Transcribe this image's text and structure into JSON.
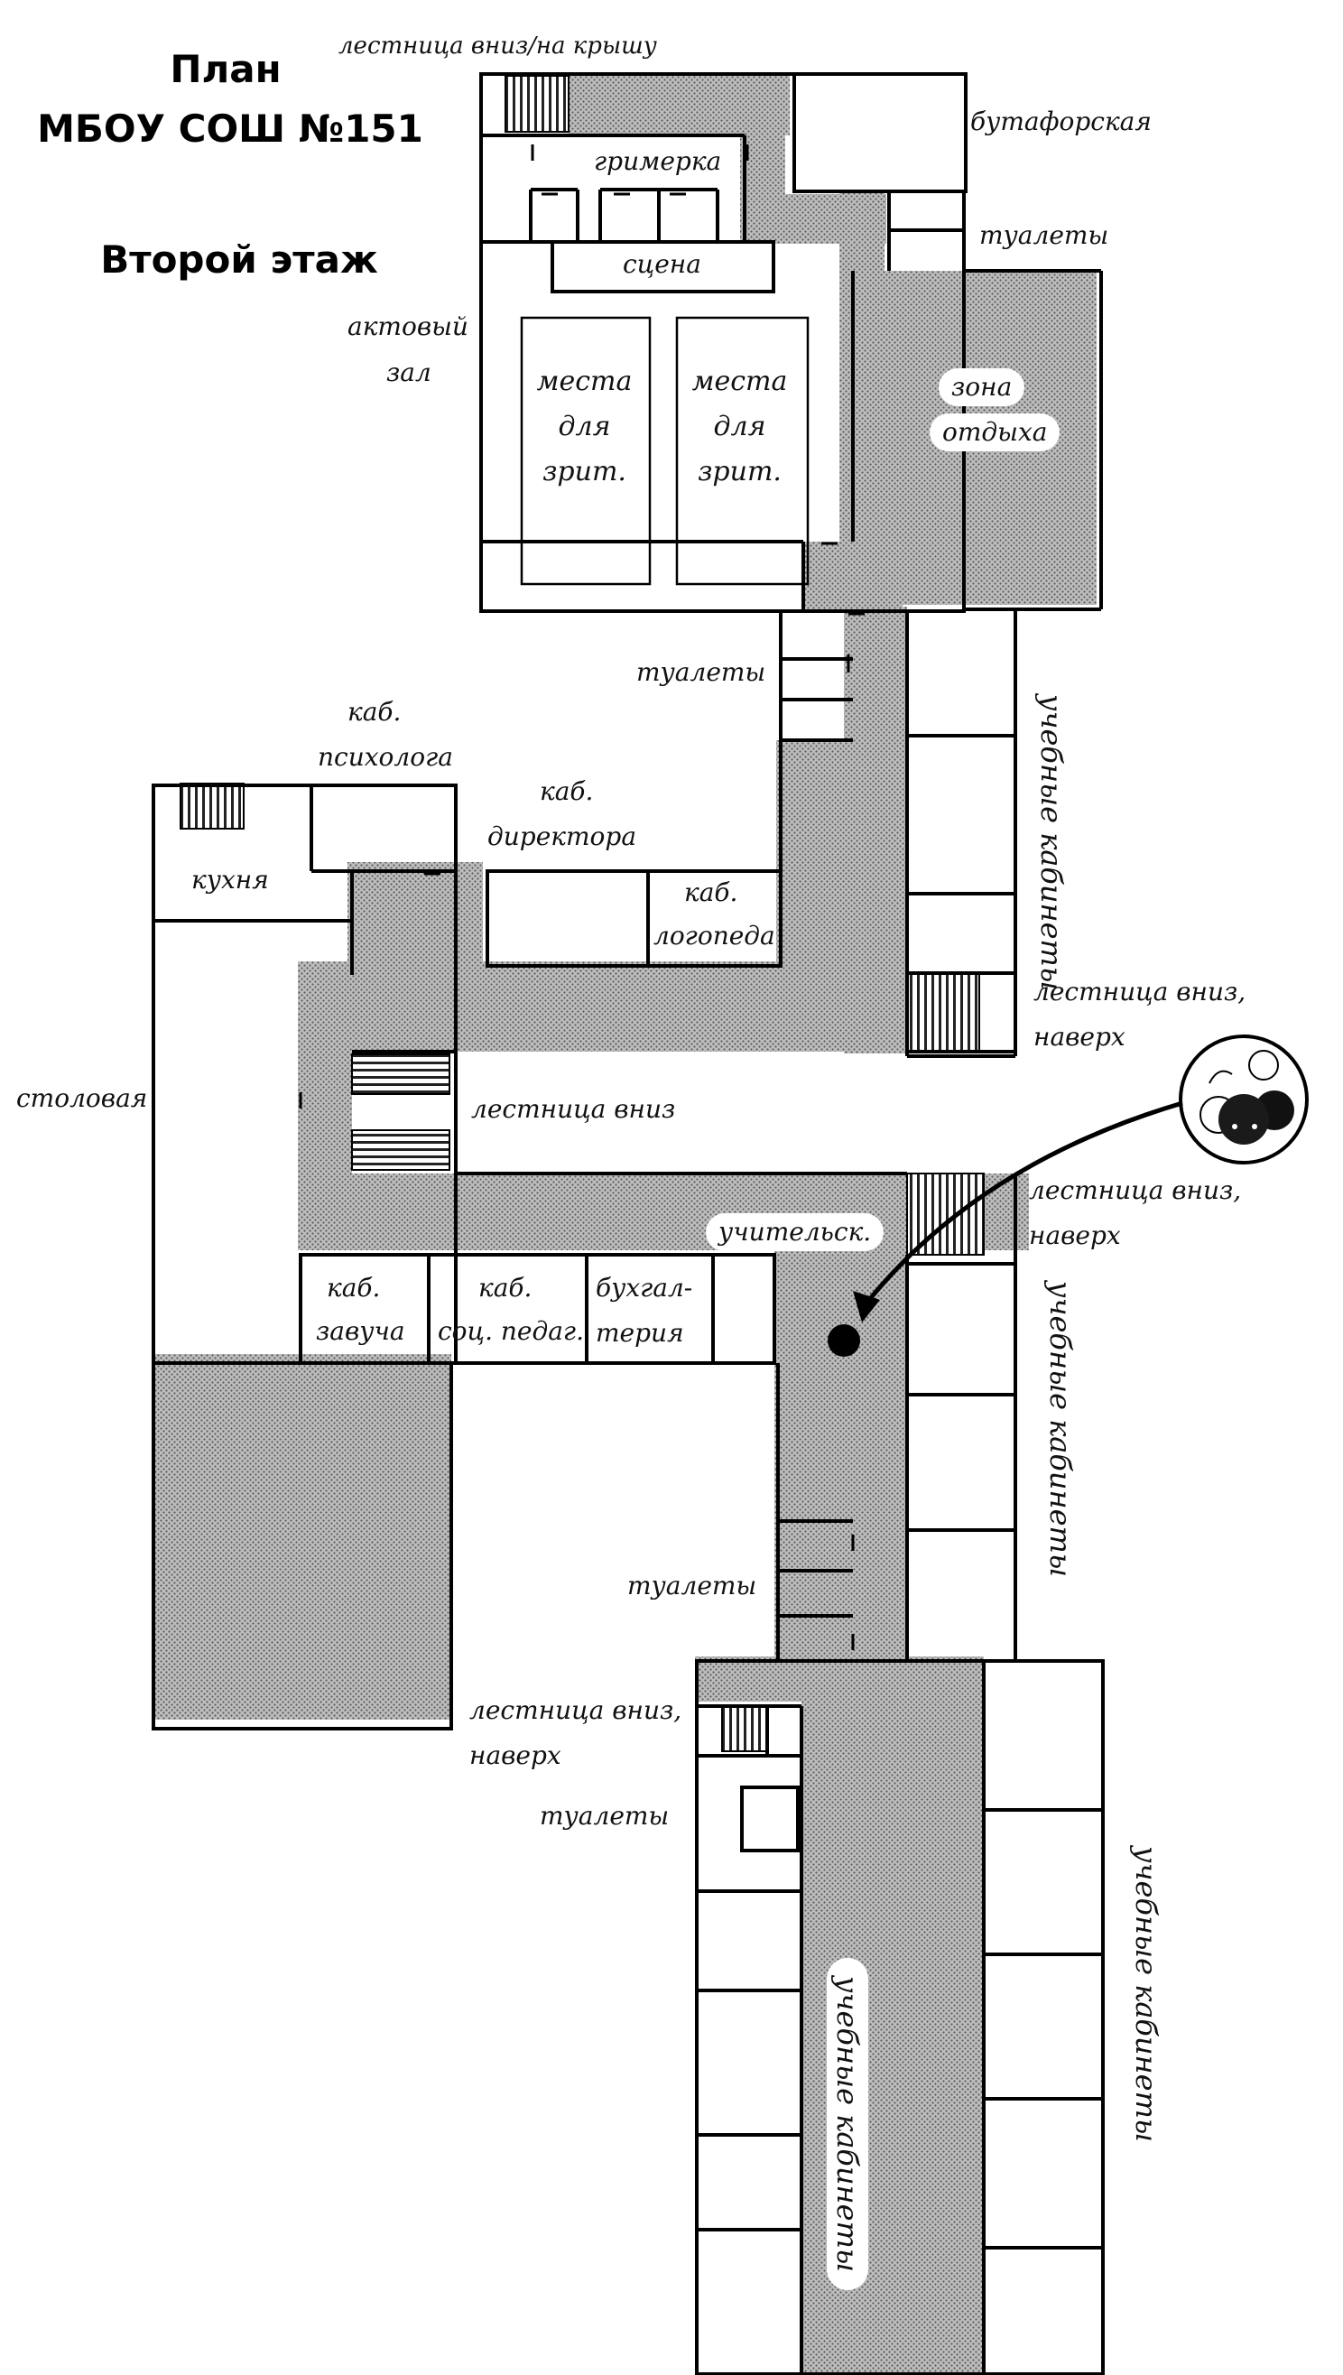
{
  "title": {
    "line1": "План",
    "line2": "МБОУ СОШ №151",
    "line3": "Второй этаж"
  },
  "labels": {
    "stairs_roof": "лестница вниз/на крышу",
    "props": "бутафорская",
    "dressing": "гримерка",
    "stage": "сцена",
    "toilets_top": "туалеты",
    "hall_1": "актовый",
    "hall_2": "зал",
    "seats_a": [
      "места",
      "для",
      "зрит."
    ],
    "seats_b": [
      "места",
      "для",
      "зрит."
    ],
    "rest_1": "зона",
    "rest_2": "отдыха",
    "toilets_2": "туалеты",
    "classrooms_1": "учебные кабинеты",
    "psych_1": "каб.",
    "psych_2": "психолога",
    "director_1": "каб.",
    "director_2": "директора",
    "kitchen": "кухня",
    "speech_1": "каб.",
    "speech_2": "логопеда",
    "stairs_a_1": "лестница вниз,",
    "stairs_a_2": "наверх",
    "canteen": "столовая",
    "stairs_down": "лестница вниз",
    "teachers": "учительск.",
    "stairs_b_1": "лестница вниз,",
    "stairs_b_2": "наверх",
    "zavuch_1": "каб.",
    "zavuch_2": "завуча",
    "socped_1": "каб.",
    "socped_2": "соц. педаг.",
    "buh_1": "бухгал-",
    "buh_2": "терия",
    "classrooms_2": "учебные кабинеты",
    "toilets_3": "туалеты",
    "stairs_c_1": "лестница вниз,",
    "stairs_c_2": "наверх",
    "toilets_4": "туалеты",
    "classrooms_3": "учебные кабинеты",
    "classrooms_4": "учебные кабинеты"
  },
  "colors": {
    "wall": "#000000",
    "corridor_fill": "#b9b9b9",
    "corridor_dot": "#555555",
    "stairs_fill": "#9a9a9a",
    "room_fill": "#ffffff"
  },
  "icons": {
    "marker": "you-are-here-dot",
    "avatar": "character-group-portrait"
  }
}
